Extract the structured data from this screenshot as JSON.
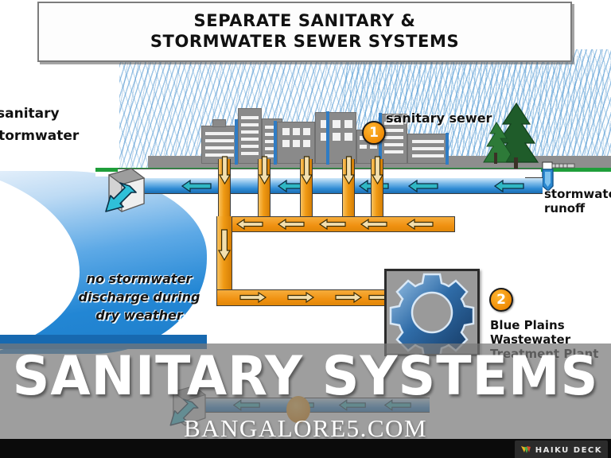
{
  "slide": {
    "diagram_title_line1": "SEPARATE SANITARY &",
    "diagram_title_line2": "STORMWATER SEWER SYSTEMS"
  },
  "labels": {
    "legend_line1": "sanitary",
    "legend_line2": "stormwater",
    "sanitary_sewer": "sanitary sewer",
    "stormwater_runoff_line1": "stormwater",
    "stormwater_runoff_line2": "runoff",
    "no_discharge_line1": "no stormwater",
    "no_discharge_line2": "discharge during",
    "no_discharge_line3": "dry weather",
    "plant_line1": "Blue Plains",
    "plant_line2": "Wastewater",
    "plant_line3": "Treatment Plant"
  },
  "markers": {
    "one": "1",
    "two": "2"
  },
  "overlay": {
    "title": "SANITARY SYSTEMS",
    "subtitle": "BANGALORE5.COM",
    "watermark": "HAIKU DECK"
  },
  "colors": {
    "stormwater_pipe": "#2f8bd4",
    "sanitary_pipe": "#f49a17",
    "water_body": "#2286d4",
    "marker_orange": "#f08c06",
    "grass_green": "#1f9e3a",
    "street_gray": "#8e8e8e",
    "overlay_band": "#787878",
    "arrow_teal": "#2fb7c4",
    "arrow_tan": "#f3dfae"
  },
  "icons": {
    "gear": "gear-icon",
    "tree": "tree-icon",
    "storm_drain": "storm-drain-icon",
    "outfall": "outfall-icon",
    "haiku_logo": "haiku-deck-logo-icon"
  }
}
